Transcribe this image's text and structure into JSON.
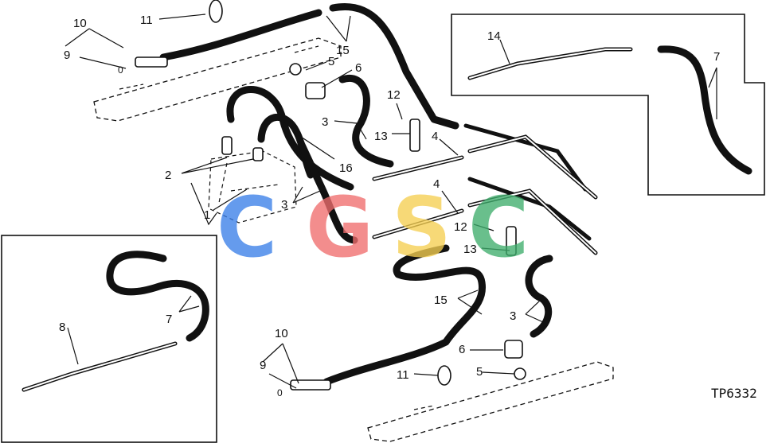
{
  "figure_code": "TP6332",
  "callouts": {
    "c2": "2",
    "c1": "1",
    "c3a": "3",
    "c3b": "3",
    "c3c": "3",
    "c4a": "4",
    "c4b": "4",
    "c5a": "5",
    "c5b": "5",
    "c6a": "6",
    "c6b": "6",
    "c7a": "7",
    "c7b": "7",
    "c8": "8",
    "c9a": "9",
    "c9b": "9",
    "c10a": "10",
    "c10b": "10",
    "c11a": "11",
    "c11b": "11",
    "c12a": "12",
    "c12b": "12",
    "c13a": "13",
    "c13b": "13",
    "c14": "14",
    "c15a": "15",
    "c15b": "15",
    "c16": "16",
    "zero_a": "0",
    "zero_b": "0"
  },
  "watermark": {
    "letters": [
      "C",
      "G",
      "S",
      "C"
    ],
    "colors": [
      "#3b7fe8",
      "#f06e6e",
      "#f5cf52",
      "#3fae6d"
    ]
  }
}
